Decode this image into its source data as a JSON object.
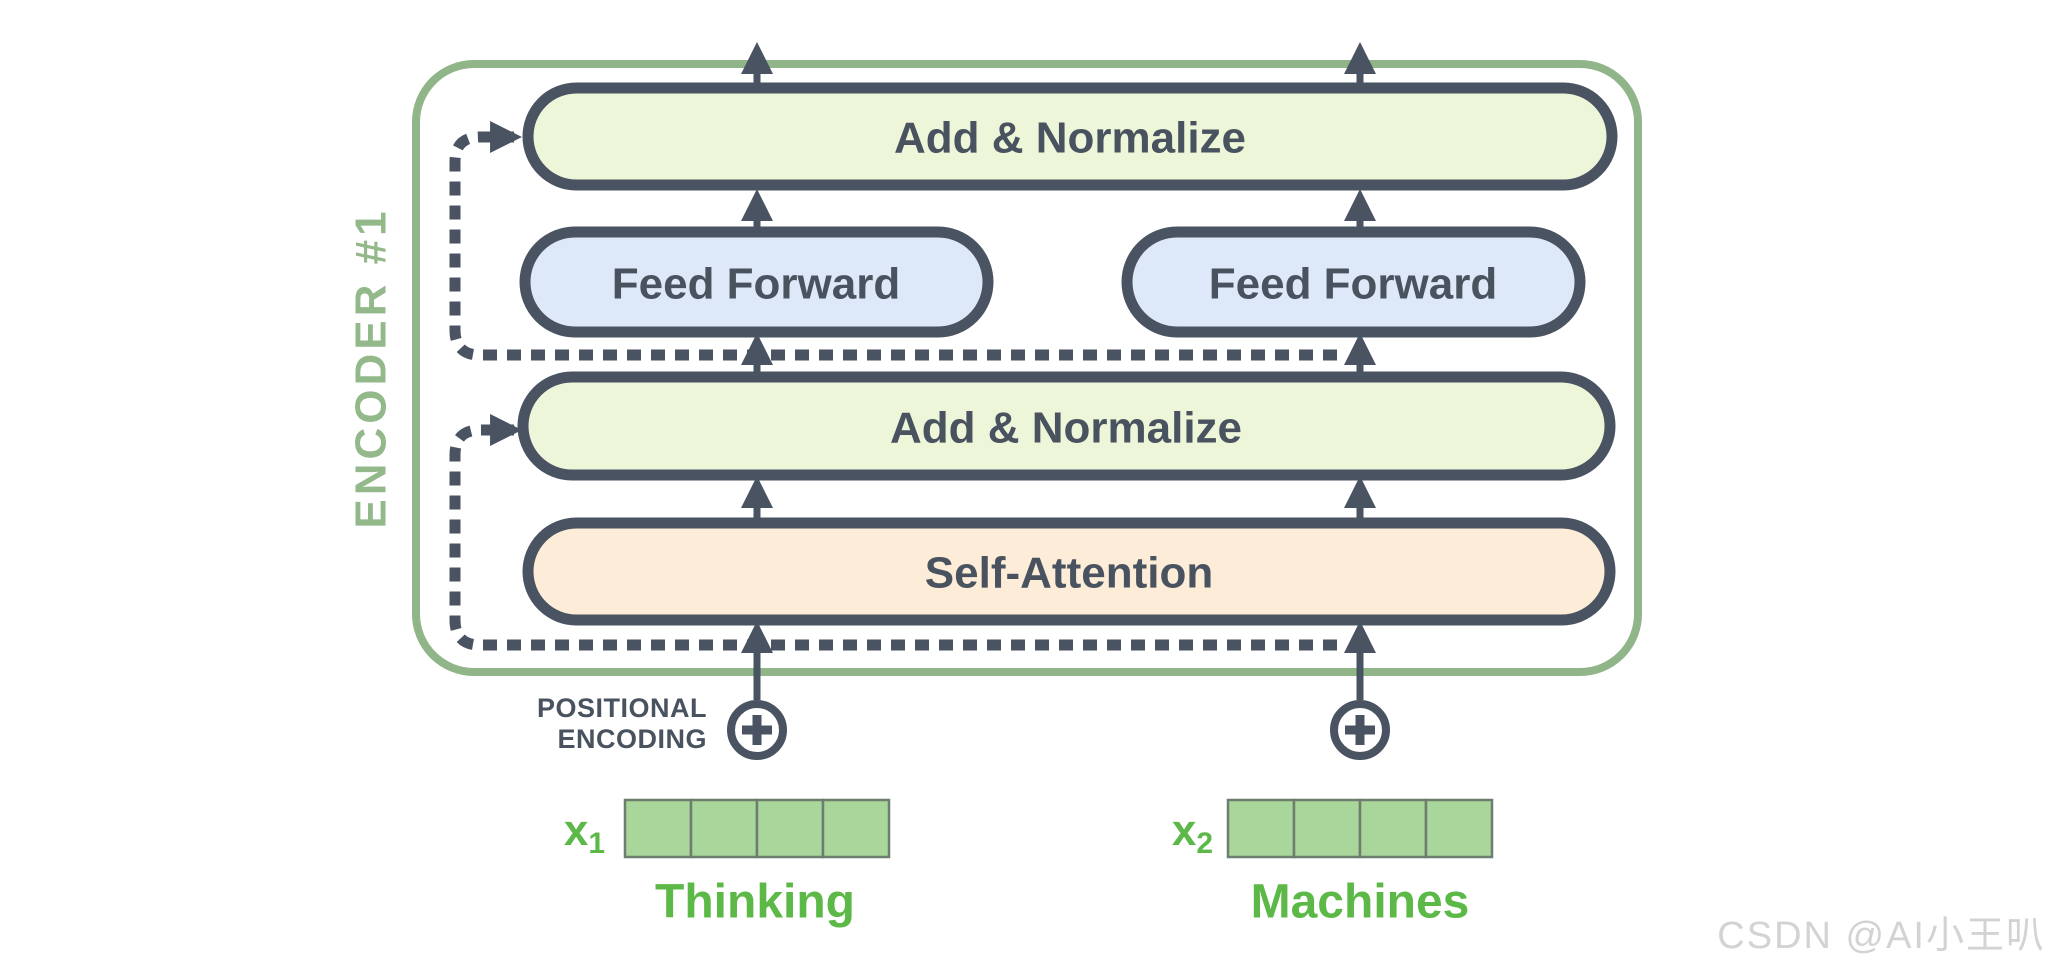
{
  "encoder": {
    "label": "ENCODER #1"
  },
  "layers": {
    "add_normalize_top": {
      "label": "Add & Normalize"
    },
    "feed_forward_left": {
      "label": "Feed Forward"
    },
    "feed_forward_right": {
      "label": "Feed Forward"
    },
    "add_normalize_bottom": {
      "label": "Add & Normalize"
    },
    "self_attention": {
      "label": "Self-Attention"
    }
  },
  "positional_encoding": {
    "line1": "POSITIONAL",
    "line2": "ENCODING"
  },
  "inputs": [
    {
      "id": "x1",
      "label_base": "x",
      "label_sub": "1",
      "word": "Thinking",
      "cells": 4
    },
    {
      "id": "x2",
      "label_base": "x",
      "label_sub": "2",
      "word": "Machines",
      "cells": 4
    }
  ],
  "watermark": "CSDN @AI小王叭",
  "colors": {
    "background": "#ffffff",
    "border-dark": "#4a5361",
    "text-dark": "#49525f",
    "green-border": "#8fb588",
    "encoder-label": "#93b98b",
    "fill-add-normalize": "#eef6d9",
    "fill-feed-forward": "#dde9f8",
    "fill-self-attention": "#fcecd8",
    "vector-fill": "#a9d69b",
    "vector-border": "#6e7e6e",
    "bright-green": "#5cb947",
    "watermark-gray": "#d3d3d3"
  }
}
